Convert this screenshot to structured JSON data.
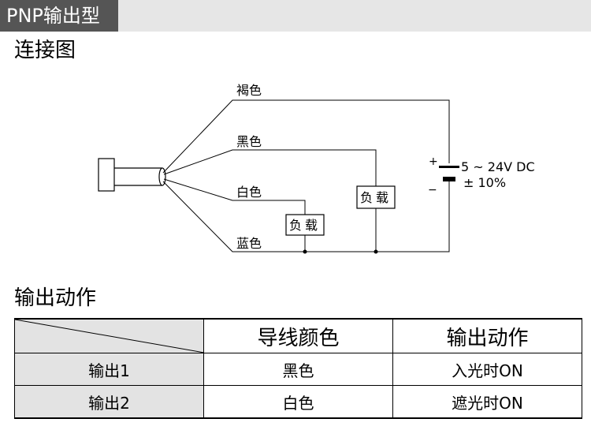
{
  "header": {
    "tab_title": "PNP输出型",
    "accent_color": "#555555",
    "bar_color": "#e6e6e6"
  },
  "wiring": {
    "heading": "连接图",
    "wires": {
      "brown": "褐色",
      "black": "黑色",
      "white": "白色",
      "blue": "蓝色"
    },
    "loads": {
      "black_load": "负载",
      "white_load": "负载"
    },
    "power": {
      "plus": "+",
      "minus": "−",
      "voltage": "5 ~ 24V DC",
      "tolerance": "± 10%"
    }
  },
  "output_action": {
    "heading": "输出动作",
    "columns": [
      "导线颜色",
      "输出动作"
    ],
    "rows": [
      {
        "name": "输出1",
        "wire": "黑色",
        "action": "入光时ON"
      },
      {
        "name": "输出2",
        "wire": "白色",
        "action": "遮光时ON"
      }
    ]
  }
}
